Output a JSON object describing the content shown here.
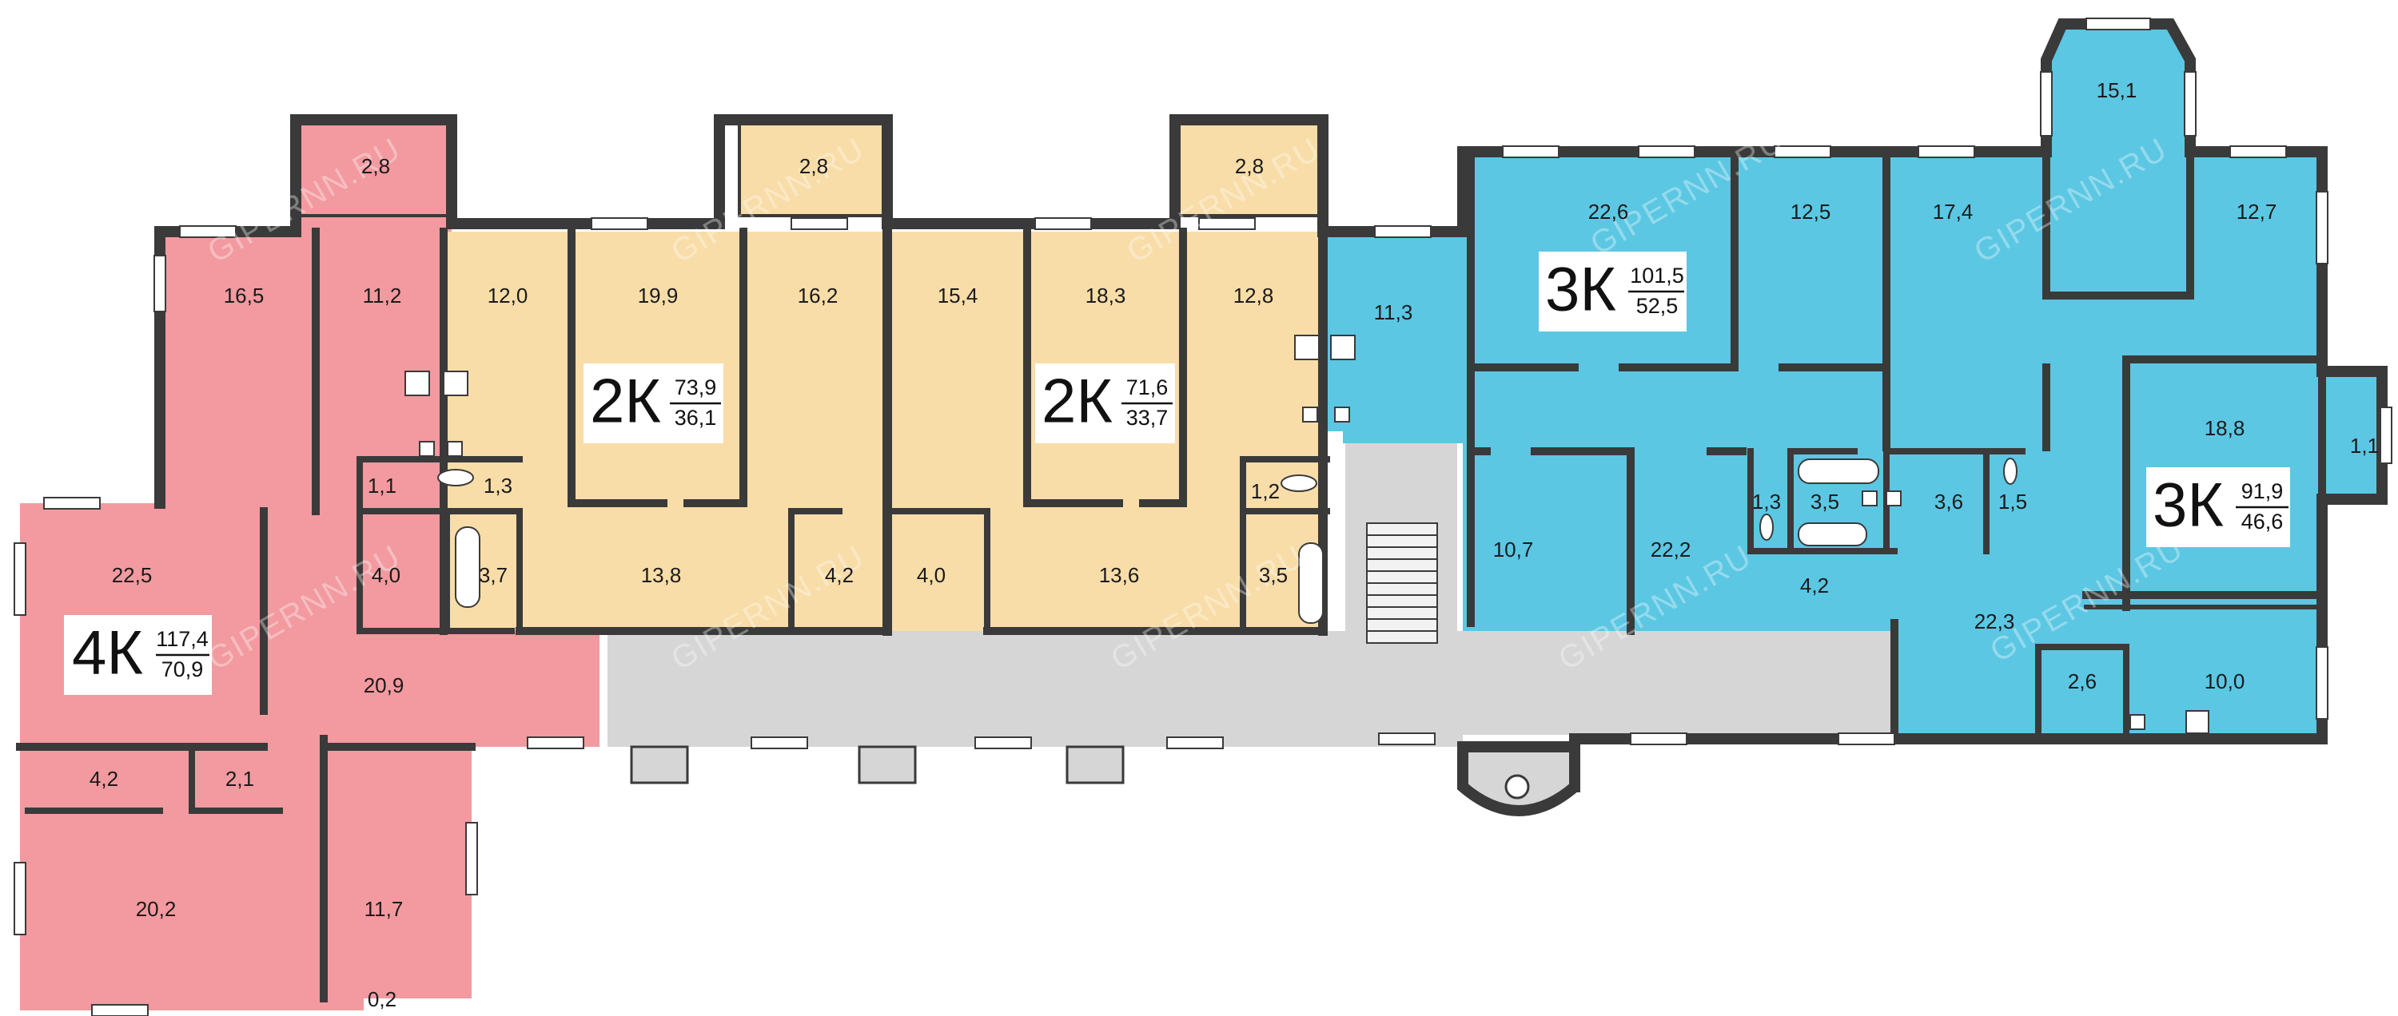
{
  "colors": {
    "apt_4k": "#f29a9f",
    "apt_2k": "#f8dda8",
    "apt_3k": "#5bc7e3",
    "corridor": "#d6d6d6",
    "wall": "#3a3a3a"
  },
  "watermark": "GIPERNN.RU",
  "apartments": [
    {
      "code": "4К",
      "total": "117,4",
      "living": "70,9"
    },
    {
      "code": "2К",
      "total": "73,9",
      "living": "36,1"
    },
    {
      "code": "2К",
      "total": "71,6",
      "living": "33,7"
    },
    {
      "code": "3К",
      "total": "101,5",
      "living": "52,5"
    },
    {
      "code": "3К",
      "total": "91,9",
      "living": "46,6"
    }
  ],
  "rooms": [
    "2,8",
    "16,5",
    "11,2",
    "1,1",
    "1,3",
    "22,5",
    "4,0",
    "3,7",
    "20,9",
    "4,2",
    "2,1",
    "20,2",
    "11,7",
    "0,2",
    "2,8",
    "12,0",
    "19,9",
    "16,2",
    "13,8",
    "4,2",
    "2,8",
    "15,4",
    "18,3",
    "12,8",
    "1,2",
    "4,0",
    "13,6",
    "3,5",
    "11,3",
    "22,6",
    "12,5",
    "17,4",
    "15,1",
    "10,7",
    "22,2",
    "1,3",
    "3,5",
    "3,6",
    "1,5",
    "4,2",
    "12,7",
    "18,8",
    "1,1",
    "22,3",
    "2,6",
    "10,0"
  ]
}
